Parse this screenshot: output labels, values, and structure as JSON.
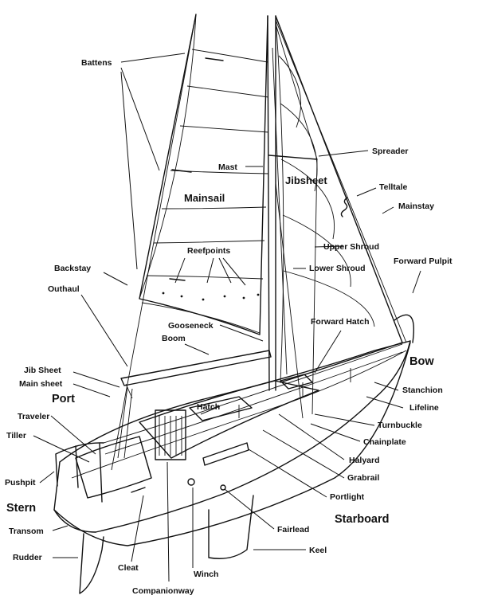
{
  "labels": {
    "battens": "Battens",
    "mast": "Mast",
    "spreader": "Spreader",
    "jibsheet_sail": "Jibsheet",
    "telltale": "Telltale",
    "mainsail": "Mainsail",
    "mainstay": "Mainstay",
    "upper_shroud": "Upper Shroud",
    "reefpoints": "Reefpoints",
    "backstay": "Backstay",
    "lower_shroud": "Lower Shroud",
    "forward_pulpit": "Forward Pulpit",
    "outhaul": "Outhaul",
    "forward_hatch": "Forward Hatch",
    "gooseneck": "Gooseneck",
    "boom": "Boom",
    "bow": "Bow",
    "jib_sheet": "Jib Sheet",
    "main_sheet": "Main sheet",
    "stanchion": "Stanchion",
    "port": "Port",
    "lifeline": "Lifeline",
    "hatch": "Hatch",
    "traveler": "Traveler",
    "turnbuckle": "Turnbuckle",
    "tiller": "Tiller",
    "chainplate": "Chainplate",
    "halyard": "Halyard",
    "pushpit": "Pushpit",
    "grabrail": "Grabrail",
    "stern": "Stern",
    "portlight": "Portlight",
    "starboard": "Starboard",
    "transom": "Transom",
    "fairlead": "Fairlead",
    "keel": "Keel",
    "rudder": "Rudder",
    "cleat": "Cleat",
    "winch": "Winch",
    "companionway": "Companionway"
  }
}
